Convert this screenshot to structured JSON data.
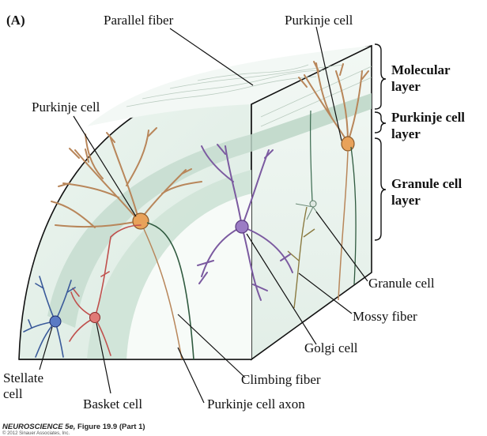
{
  "figure": {
    "panel_letter": "(A)",
    "caption_book": "NEUROSCIENCE 5e,",
    "caption_figure": "Figure 19.9 (Part 1)",
    "copyright": "© 2012 Sinauer Associates, Inc."
  },
  "labels": {
    "parallel_fiber": "Parallel fiber",
    "purkinje_cell_top": "Purkinje cell",
    "purkinje_cell_left": "Purkinje cell",
    "granule_cell": "Granule cell",
    "mossy_fiber": "Mossy fiber",
    "golgi_cell": "Golgi cell",
    "climbing_fiber": "Climbing fiber",
    "purkinje_cell_axon": "Purkinje cell axon",
    "basket_cell": "Basket cell",
    "stellate_line1": "Stellate",
    "stellate_line2": "cell"
  },
  "layers": {
    "molecular_line1": "Molecular",
    "molecular_line2": "layer",
    "purkinje_line1": "Purkinje cell",
    "purkinje_line2": "layer",
    "granule_line1": "Granule cell",
    "granule_line2": "layer"
  },
  "colors": {
    "outline": "#111111",
    "tissue_light": "#eef5f1",
    "tissue_band": "#c9ded3",
    "purkinje": "#b8865a",
    "purkinje_soma": "#e8a25a",
    "golgi": "#7b5aa0",
    "basket": "#c0504d",
    "stellate": "#3a5a9a",
    "fiber_green": "#2f5a3f"
  }
}
